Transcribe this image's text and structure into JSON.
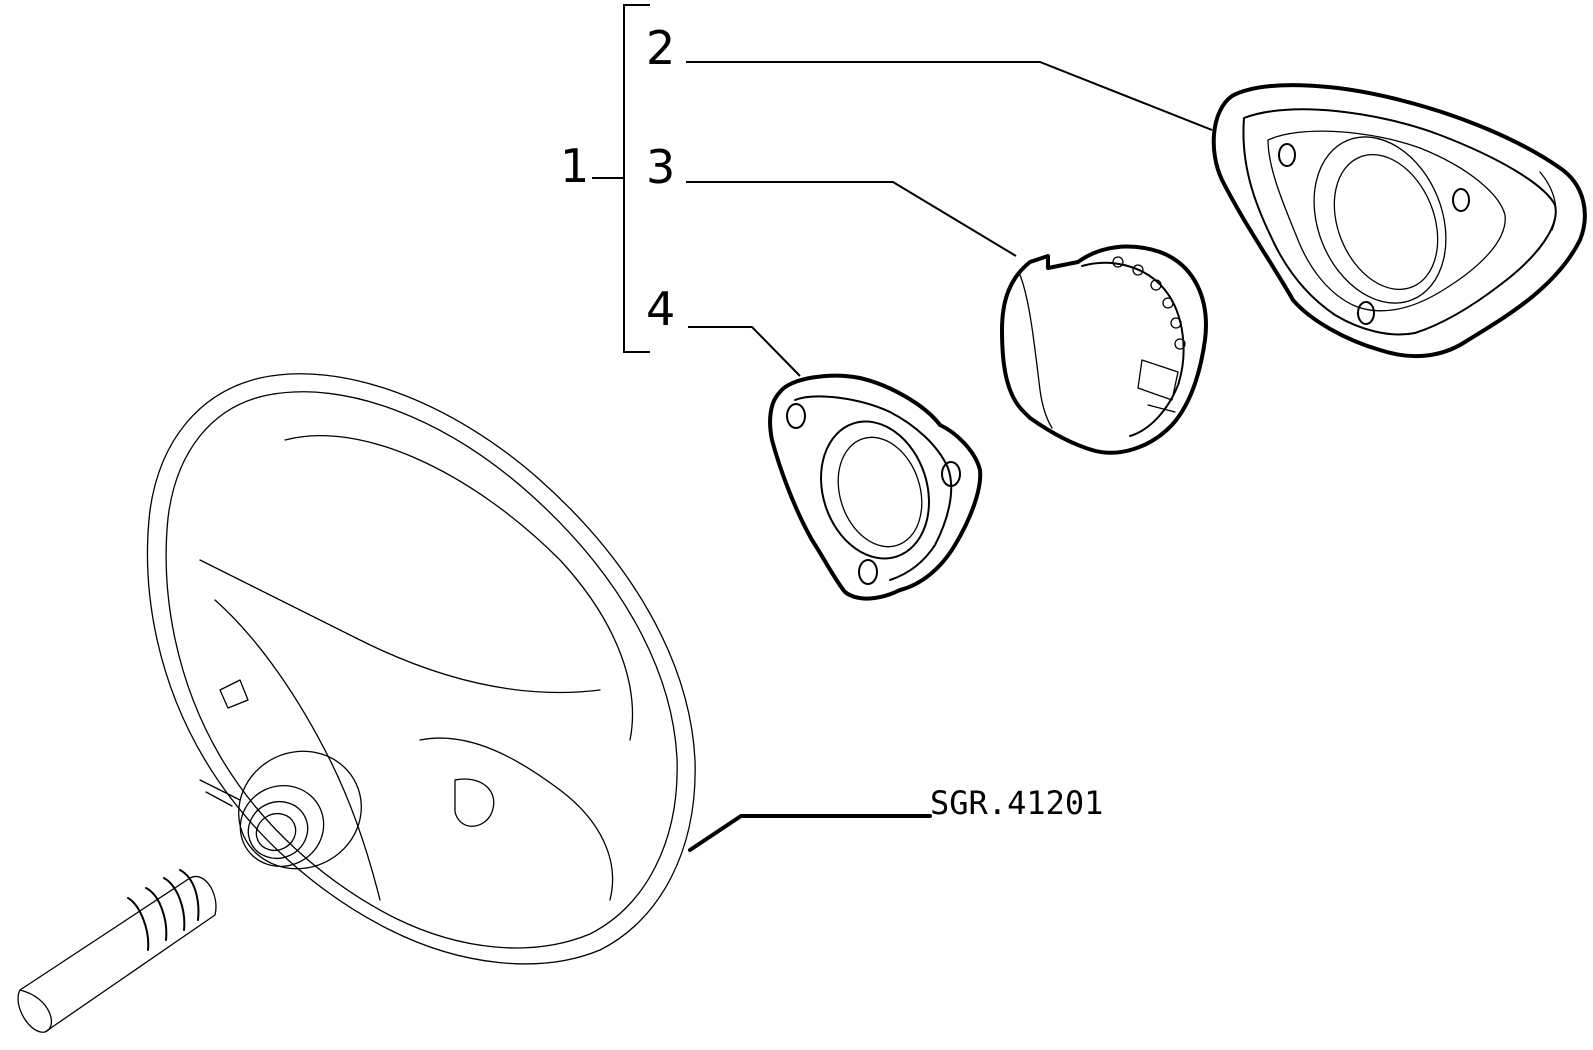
{
  "callouts": {
    "one": "1",
    "two": "2",
    "three": "3",
    "four": "4"
  },
  "drawing_ref": "SGR.41201"
}
